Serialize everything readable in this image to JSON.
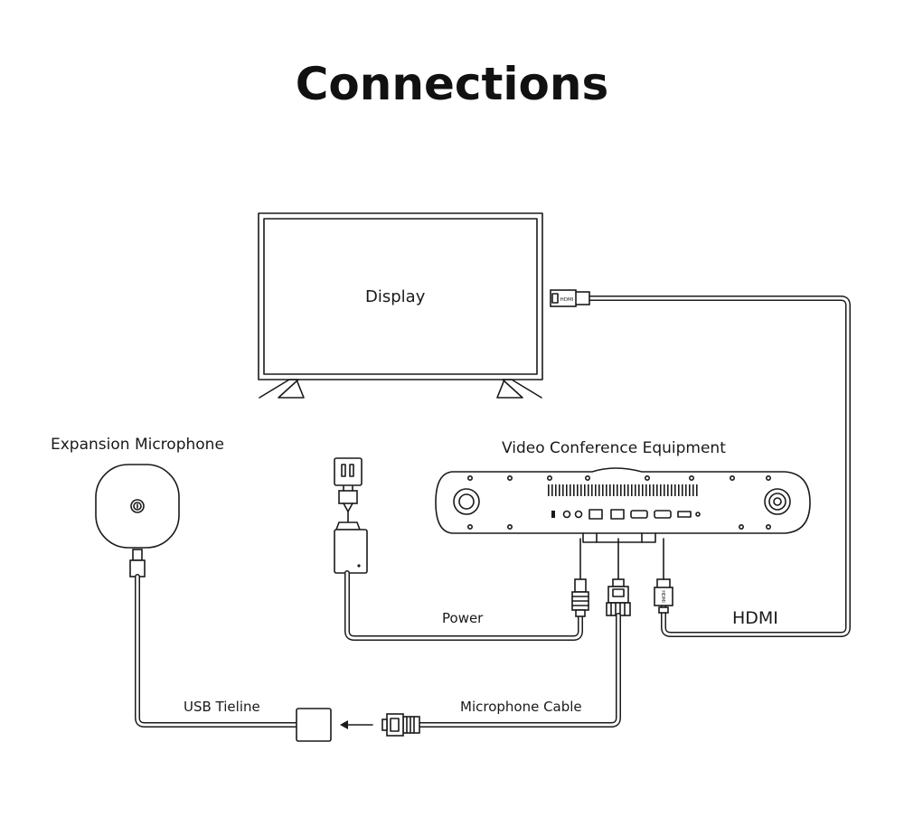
{
  "title": "Connections",
  "colors": {
    "accent": "#ffd800",
    "line": "#1a1a1a"
  },
  "labels": {
    "display": "Display",
    "expansion_mic": "Expansion Microphone",
    "video_equipment": "Video Conference Equipment",
    "power": "Power",
    "hdmi": "HDMI",
    "usb_tieline": "USB Tieline",
    "mic_cable": "Microphone Cable",
    "hdmi_plug_text": "HDMI"
  },
  "icons": [
    "display-icon",
    "microphone-icon",
    "power-outlet-icon",
    "power-adapter-icon",
    "video-bar-icon",
    "hdmi-plug-icon",
    "rj45-plug-icon",
    "usb-plug-icon",
    "tieline-box-icon",
    "arrow-left-icon"
  ]
}
